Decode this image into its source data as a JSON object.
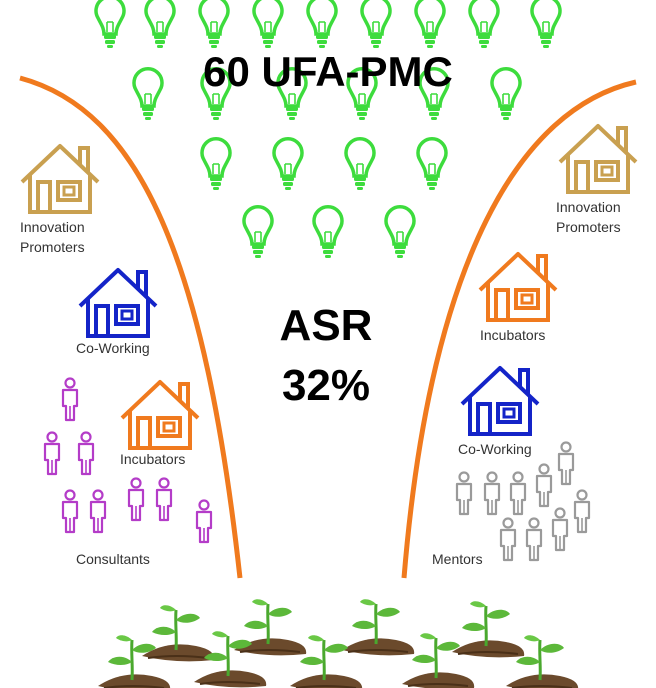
{
  "title": "60 UFA-PMC",
  "center": {
    "line1": "ASR",
    "line2": "32%"
  },
  "left": {
    "innovation_line1": "Innovation",
    "innovation_line2": "Promoters",
    "coworking": "Co-Working",
    "incubators": "Incubators",
    "consultants": "Consultants"
  },
  "right": {
    "innovation_line1": "Innovation",
    "innovation_line2": "Promoters",
    "incubators": "Incubators",
    "coworking": "Co-Working",
    "mentors": "Mentors"
  },
  "icons": {
    "bulb": "lightbulb-icon",
    "house": "house-icon",
    "person": "person-icon",
    "seedling": "seedling-icon"
  },
  "colors": {
    "bulb": "#3ddc3d",
    "funnel": "#f07a1e",
    "house_tan": "#c9a050",
    "house_blue": "#1424c8",
    "house_orange": "#f07a1e",
    "person_purple": "#b43cc8",
    "person_gray": "#9a9a9a",
    "plant": "#4aa82e",
    "soil": "#6b4a2c"
  }
}
